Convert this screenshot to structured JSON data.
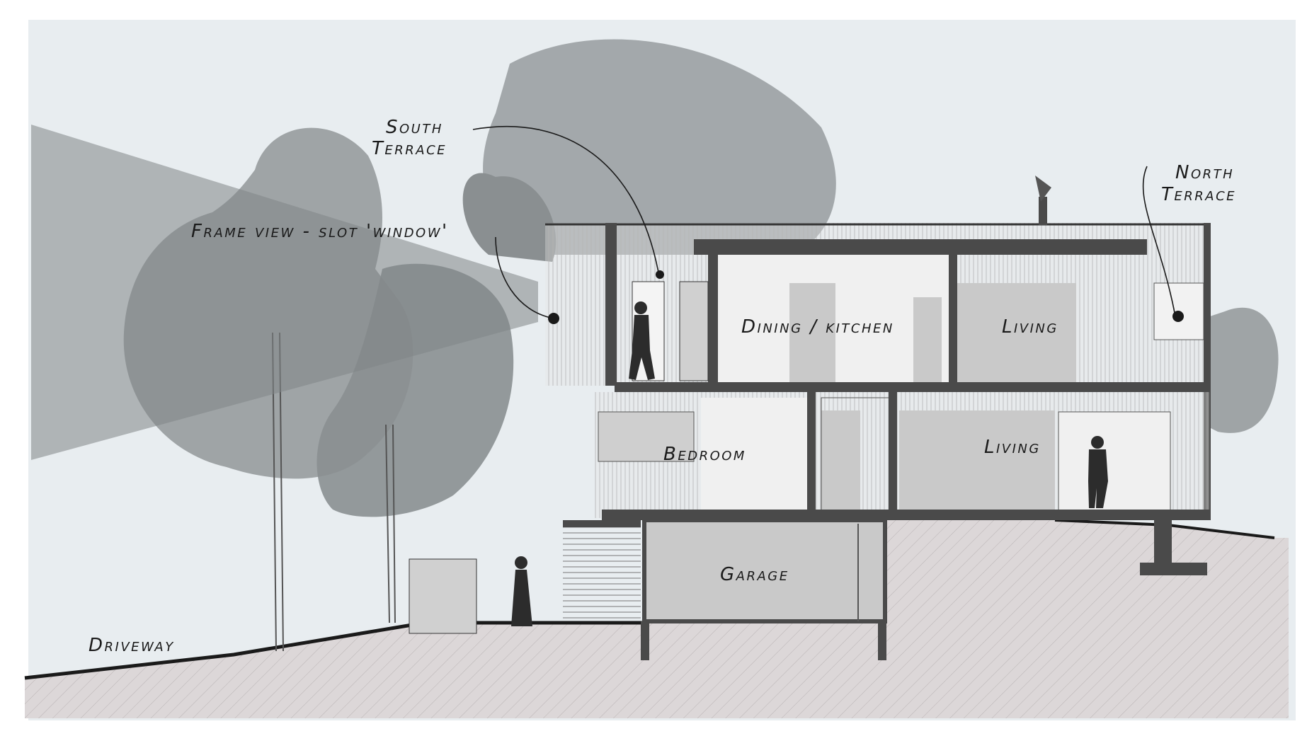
{
  "labels": {
    "south_terrace_line1": "South",
    "south_terrace_line2": "Terrace",
    "north_terrace_line1": "North",
    "north_terrace_line2": "Terrace",
    "frame_view": "Frame view - slot 'window'",
    "dining_kitchen": "Dining / kitchen",
    "living_upper": "Living",
    "bedroom": "Bedroom",
    "living_lower": "Living",
    "garage": "Garage",
    "driveway": "Driveway"
  },
  "colors": {
    "sky": "#e8edf0",
    "ground": "#dcd7d8",
    "tree_light": "#9fa4a6",
    "tree_dark": "#8a8f91",
    "view_cone": "#7f8587",
    "wall": "#4a4a4a",
    "room_fill": "#c9c9c9",
    "cladding": "#e4e4e4",
    "ink": "#1a1a1a"
  }
}
